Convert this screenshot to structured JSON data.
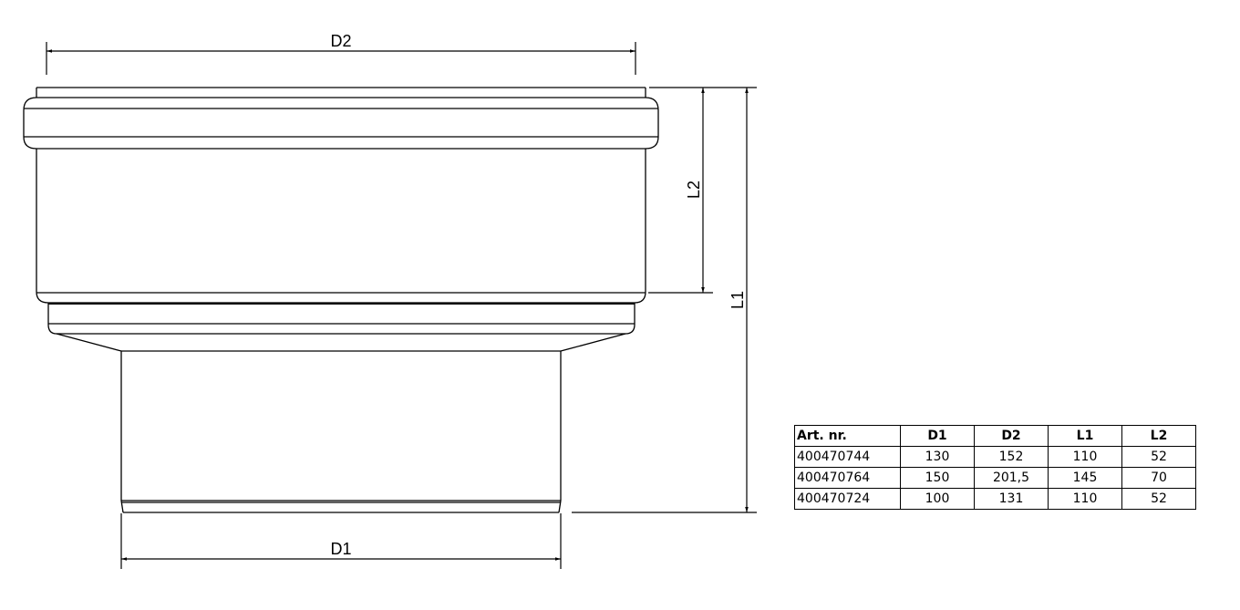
{
  "drawing": {
    "labels": {
      "d2": "D2",
      "d1": "D1",
      "l1": "L1",
      "l2": "L2"
    },
    "line_color": "#000000",
    "background": "#ffffff"
  },
  "table": {
    "headers": [
      "Art. nr.",
      "D1",
      "D2",
      "L1",
      "L2"
    ],
    "rows": [
      [
        "400470744",
        "130",
        "152",
        "110",
        "52"
      ],
      [
        "400470764",
        "150",
        "201,5",
        "145",
        "70"
      ],
      [
        "400470724",
        "100",
        "131",
        "110",
        "52"
      ]
    ]
  }
}
